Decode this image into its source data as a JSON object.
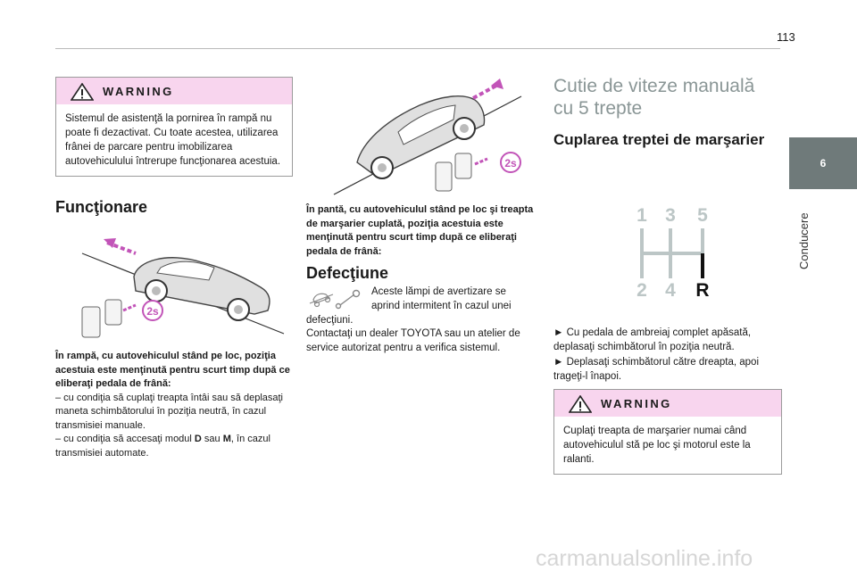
{
  "page_number": "113",
  "side_tab": {
    "number": "6",
    "label": "Conducere"
  },
  "colors": {
    "warning_header": "#f8d5ee",
    "tab_bg": "#6f7a7a",
    "accent_arrow": "#c254b8"
  },
  "left": {
    "warning": {
      "title": "WARNING",
      "text": "Sistemul de asistenţă la pornirea în rampă nu poate fi dezactivat. Cu toate acestea, utilizarea frânei de parcare pentru imobilizarea autovehiculului întrerupe funcţionarea acestuia."
    },
    "heading": "Funcţionare",
    "badge": "2s",
    "caption_bold": "În rampă, cu autovehiculul stând pe loc, poziţia acestuia este menţinută pentru scurt timp după ce eliberaţi pedala de frână:",
    "item1": "– cu condiţia să cuplaţi treapta întâi sau să deplasaţi maneta schimbătorului în poziţia neutră, în cazul transmisiei manuale.",
    "item2_a": "– cu condiţia să accesaţi modul ",
    "item2_d": "D",
    "item2_b": " sau ",
    "item2_m": "M",
    "item2_c": ", în cazul transmisiei automate."
  },
  "middle": {
    "badge": "2s",
    "caption_bold": "În pantă, cu autovehiculul stând pe loc şi treapta de marşarier cuplată, poziţia acestuia este menţinută pentru scurt timp după ce eliberaţi pedala de frână:",
    "heading": "Defecţiune",
    "fault_line1": "Aceste lămpi de avertizare se",
    "fault_line2": "aprind intermitent în cazul unei",
    "fault_rest": "defecţiuni.",
    "contact": "Contactaţi un dealer TOYOTA sau un atelier de service autorizat pentru a verifica sistemul."
  },
  "right": {
    "title": "Cutie de viteze manuală cu 5 trepte",
    "subtitle": "Cuplarea treptei de marşarier",
    "gears": {
      "g1": "1",
      "g3": "3",
      "g5": "5",
      "g2": "2",
      "g4": "4",
      "gr": "R"
    },
    "step1": "► Cu pedala de ambreiaj complet apăsată, deplasaţi schimbătorul în poziţia neutră.",
    "step2": "► Deplasaţi schimbătorul către dreapta, apoi trageţi-l înapoi.",
    "warning": {
      "title": "WARNING",
      "text": "Cuplaţi treapta de marşarier numai când autovehiculul stă pe loc şi motorul este la ralanti."
    }
  },
  "watermark": "carmanualsonline.info"
}
